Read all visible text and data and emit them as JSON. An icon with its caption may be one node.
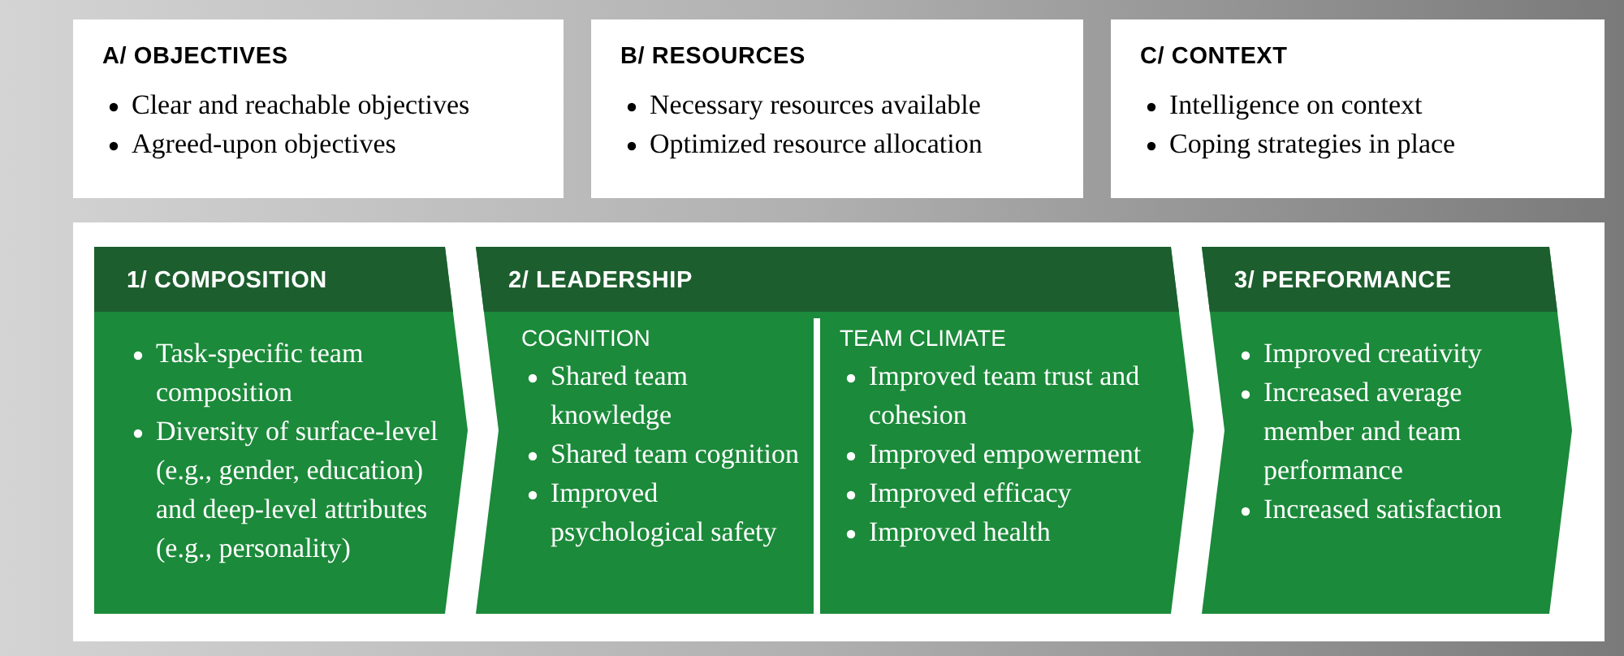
{
  "diagram": {
    "nodes": [
      {
        "text": [
          "A/ OBJECTIVES",
          "Clear and reachable objectives",
          "Agreed-upon objectives"
        ]
      },
      {
        "text": [
          "B/ RESOURCES",
          "Necessary resources available",
          "Optimized resource allocation"
        ]
      },
      {
        "text": [
          "C/ CONTEXT",
          "Intelligence on context",
          "Coping strategies in place"
        ]
      },
      {
        "text": [
          "1/ COMPOSITION",
          "Task-specific team composition",
          "Diversity of surface-level (e.g., gender, education) and deep-level attributes (e.g., personality)"
        ]
      },
      {
        "text": [
          "2/ LEADERSHIP"
        ]
      },
      {
        "text": [
          "COGNITION",
          "Shared team knowledge",
          "Shared team cognition",
          "Improved psychological safety"
        ],
        "in": 4
      },
      {
        "text": [
          "TEAM CLIMATE",
          "Improved team trust and cohesion",
          "Improved empowerment",
          "Improved efficacy",
          "Improved health"
        ],
        "in": 4
      },
      {
        "text": [
          "3/ PERFORMANCE",
          "Improved creativity",
          "Increased average member and team performance",
          "Increased satisfaction"
        ]
      }
    ]
  }
}
